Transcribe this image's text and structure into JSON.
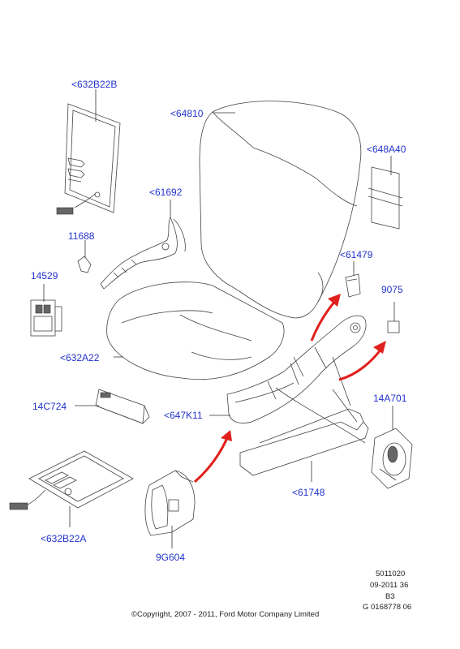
{
  "colors": {
    "label": "#2233cc",
    "arrow": "#e0201c",
    "line": "#444444"
  },
  "parts": {
    "p632B22B": "<632B22B",
    "p64810": "<64810",
    "p648A40": "<648A40",
    "p61692": "<61692",
    "p11688": "11688",
    "p61479": "<61479",
    "p14529": "14529",
    "p9075": "9075",
    "p632A22": "<632A22",
    "p14C724": "14C724",
    "p14A701": "14A701",
    "p647K11": "<647K11",
    "p61748": "<61748",
    "p632B22A": "<632B22A",
    "p9G604": "9G604"
  },
  "meta": {
    "line1": "5011020",
    "line2": "09-2011 36",
    "line3": "B3",
    "line4": "G 0168778 06"
  },
  "copyright": "©Copyright, 2007 - 2011, Ford Motor Company Limited"
}
